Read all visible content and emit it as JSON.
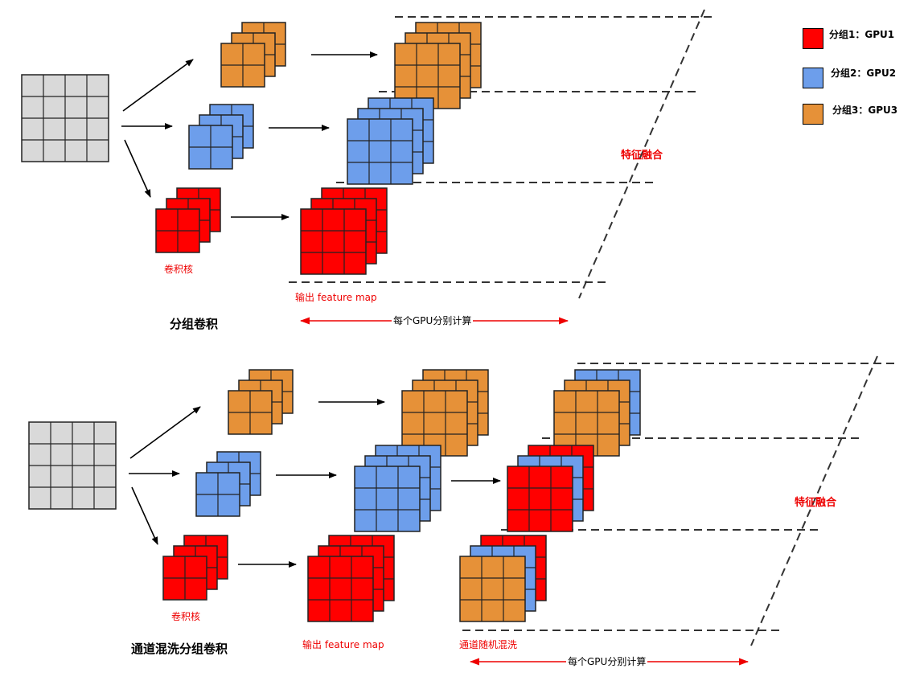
{
  "colors": {
    "red": "#ff0000",
    "blue": "#6d9eeb",
    "orange": "#e69138",
    "gray": "#d9d9d9",
    "annotation": "#ee0000"
  },
  "legend": [
    {
      "label": "分组1：GPU1",
      "color": "#ff0000"
    },
    {
      "label": "分组2：GPU2",
      "color": "#6d9eeb"
    },
    {
      "label": "分组3：GPU3",
      "color": "#e69138"
    }
  ],
  "top": {
    "title": "分组卷积",
    "kernel_label": "卷积核",
    "output_label": "输出 feature map",
    "fusion_label": "特征融合",
    "span_label": "每个GPU分别计算"
  },
  "bottom": {
    "title": "通道混洗分组卷积",
    "kernel_label": "卷积核",
    "output_label": "输出 feature map",
    "shuffle_label": "通道随机混洗",
    "fusion_label": "特征融合",
    "span_label": "每个GPU分别计算"
  }
}
